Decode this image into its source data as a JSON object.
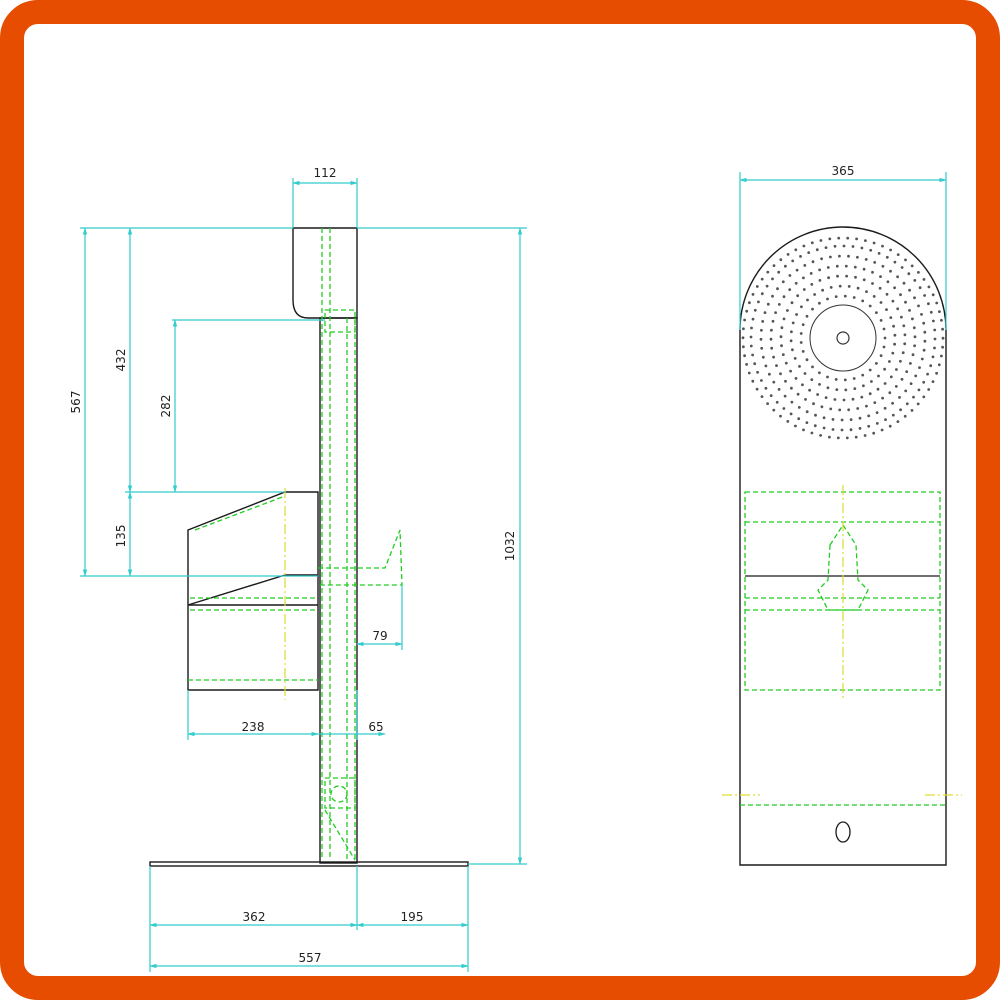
{
  "colors": {
    "frame": "#e64d00",
    "outline": "#1a1a1a",
    "dimension": "#33cccc",
    "hidden_green": "#22cc22",
    "center_yellow": "#dddd33"
  },
  "side_view": {
    "dim_top_width": "112",
    "dim_total_height": "1032",
    "dim_567": "567",
    "dim_432": "432",
    "dim_282": "282",
    "dim_135": "135",
    "dim_79": "79",
    "dim_238": "238",
    "dim_65": "65",
    "dim_362": "362",
    "dim_195": "195",
    "dim_base_total": "557"
  },
  "front_view": {
    "dim_width": "365"
  }
}
